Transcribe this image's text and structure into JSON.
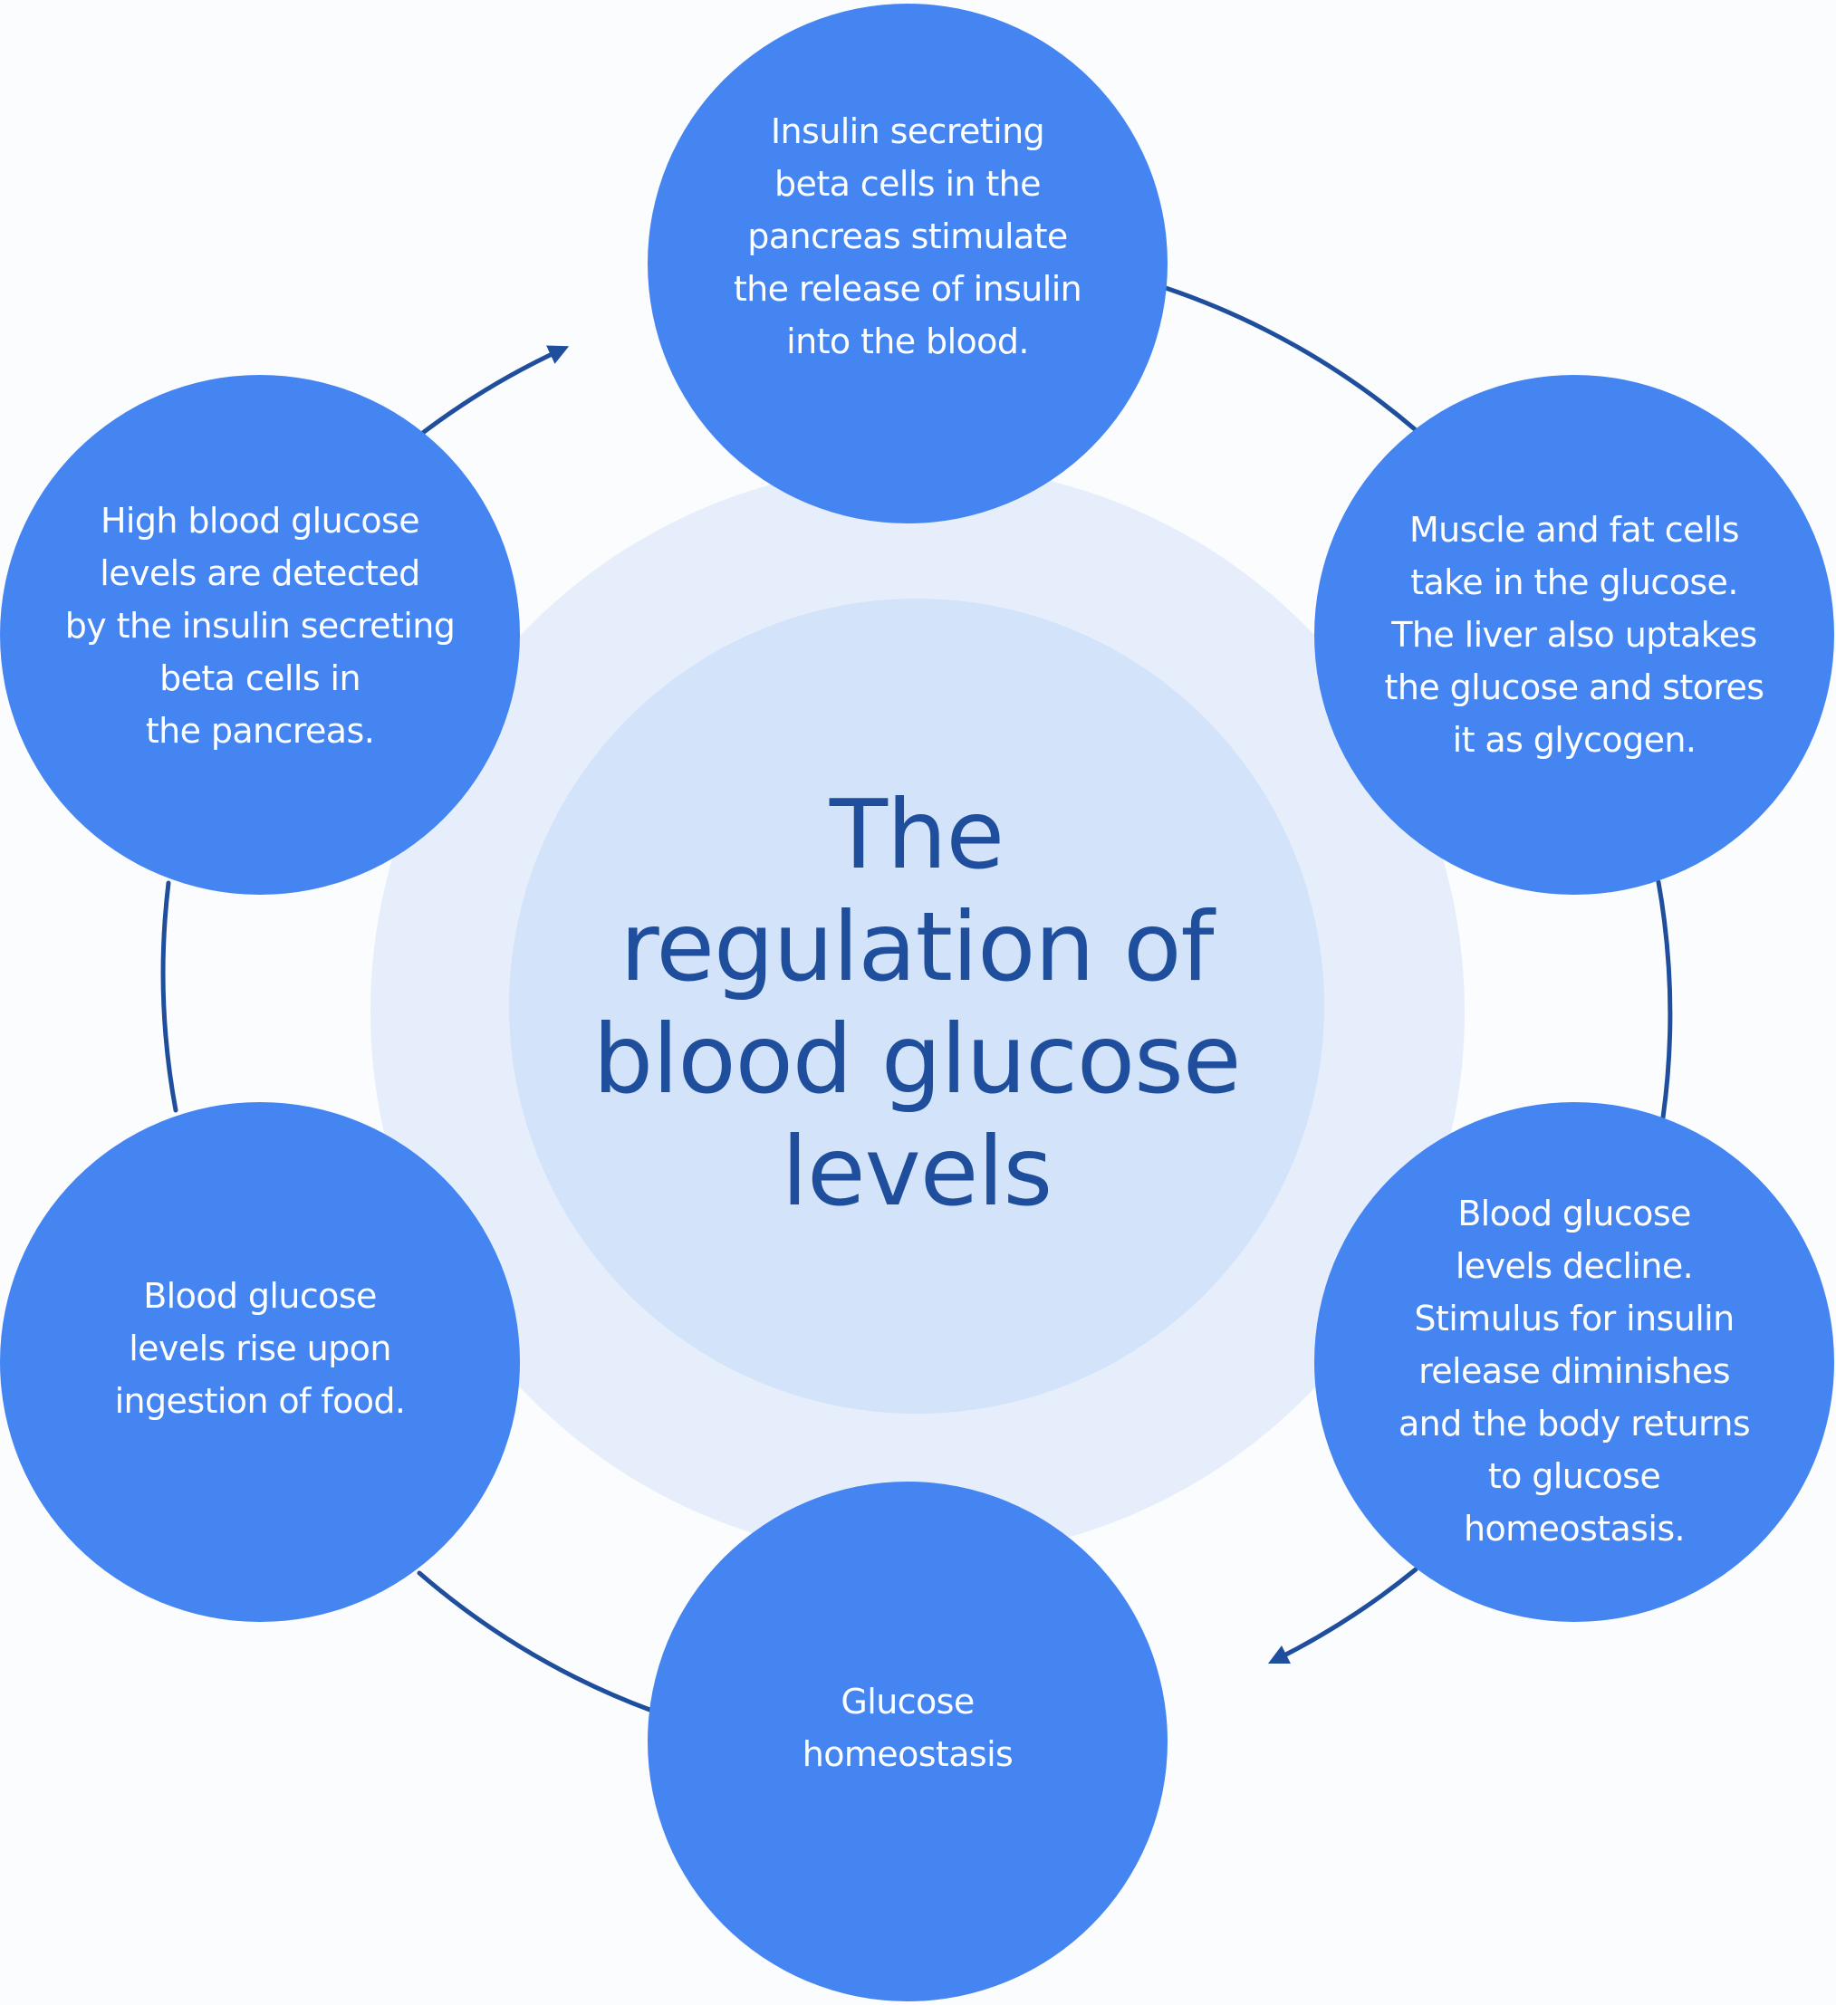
{
  "title": {
    "line1": "The",
    "line2": "regulation of",
    "line3": "blood glucose",
    "line4": "levels"
  },
  "steps": [
    "Insulin secreting\nbeta cells in the\npancreas stimulate\nthe release of insulin\ninto the blood.",
    "Muscle and fat cells\ntake in the glucose.\nThe liver also uptakes\nthe glucose and stores\nit as glycogen.",
    "Blood glucose\nlevels decline.\nStimulus for insulin\nrelease diminishes\nand the body returns\nto glucose\nhomeostasis.",
    "Glucose\nhomeostasis",
    "Blood glucose\nlevels rise upon\ningestion of food.",
    "High blood glucose\nlevels are detected\nby the insulin secreting\nbeta cells in\nthe pancreas."
  ],
  "colors": {
    "node": "#4485f2",
    "arrow": "#1f4e9c",
    "title": "#1f4e9c",
    "halo_outer": "#e7eefb",
    "halo_inner": "#d3e3f9"
  }
}
